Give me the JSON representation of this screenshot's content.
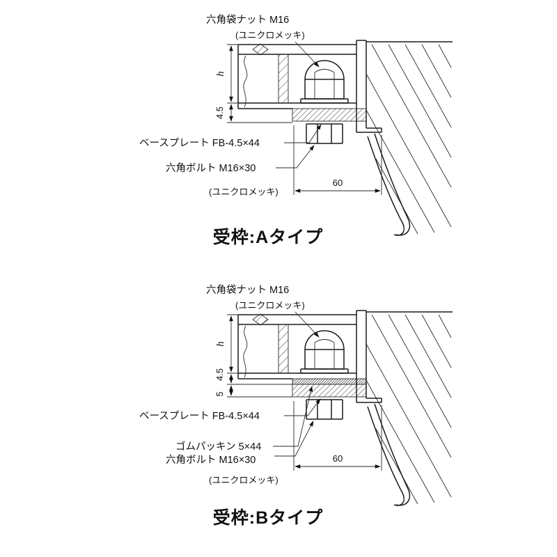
{
  "page": {
    "background": "#ffffff",
    "line_color": "#1a1a1a"
  },
  "diagrams": [
    {
      "id": "A",
      "caption": "受枠:Aタイプ",
      "labels": {
        "cap_nut": "六角袋ナット M16",
        "cap_nut_plating": "(ユニクロメッキ)",
        "base_plate": "ベースプレート FB-4.5×44",
        "hex_bolt": "六角ボルト M16×30",
        "hex_bolt_plating": "(ユニクロメッキ)"
      },
      "dimensions": {
        "height": "h",
        "plate_thickness": "4.5",
        "width": "60"
      }
    },
    {
      "id": "B",
      "caption": "受枠:Bタイプ",
      "labels": {
        "cap_nut": "六角袋ナット M16",
        "cap_nut_plating": "(ユニクロメッキ)",
        "base_plate": "ベースプレート FB-4.5×44",
        "rubber_packing": "ゴムパッキン 5×44",
        "hex_bolt": "六角ボルト M16×30",
        "hex_bolt_plating": "(ユニクロメッキ)"
      },
      "dimensions": {
        "height": "h",
        "plate_thickness": "4.5",
        "packing_thickness": "5",
        "width": "60"
      }
    }
  ]
}
